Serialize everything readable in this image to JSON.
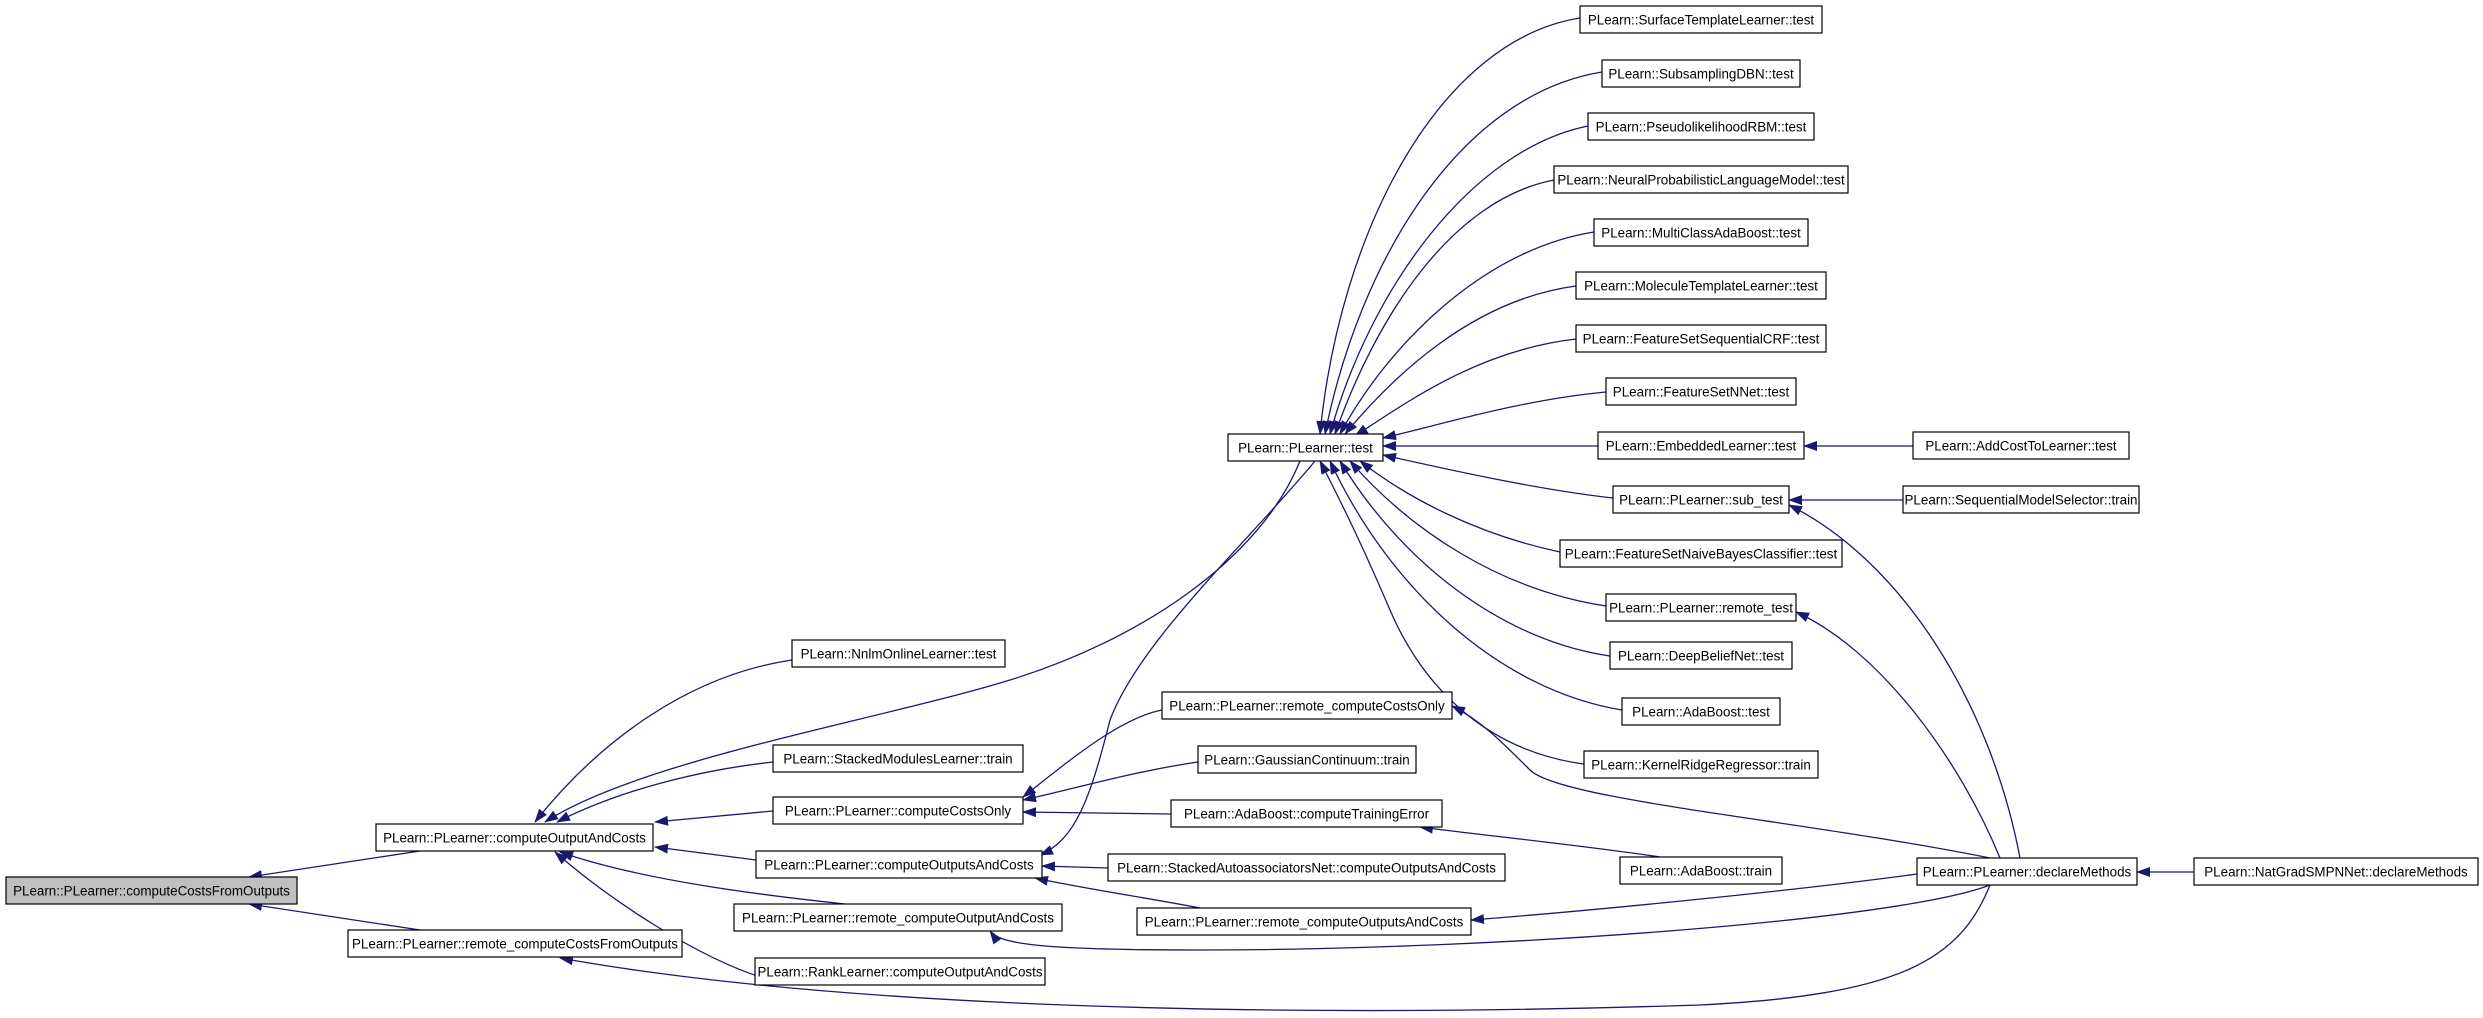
{
  "graph": {
    "nodes": [
      {
        "id": "computeCostsFromOutputs",
        "label": "PLearn::PLearner::computeCostsFromOutputs",
        "highlighted": true
      },
      {
        "id": "computeOutputAndCosts",
        "label": "PLearn::PLearner::computeOutputAndCosts"
      },
      {
        "id": "remote_computeCostsFromOutputs",
        "label": "PLearn::PLearner::remote_computeCostsFromOutputs"
      },
      {
        "id": "NnlmOnlineLearner_test",
        "label": "PLearn::NnlmOnlineLearner::test"
      },
      {
        "id": "StackedModulesLearner_train",
        "label": "PLearn::StackedModulesLearner::train"
      },
      {
        "id": "computeCostsOnly",
        "label": "PLearn::PLearner::computeCostsOnly"
      },
      {
        "id": "computeOutputsAndCosts",
        "label": "PLearn::PLearner::computeOutputsAndCosts"
      },
      {
        "id": "remote_computeOutputAndCosts",
        "label": "PLearn::PLearner::remote_computeOutputAndCosts"
      },
      {
        "id": "RankLearner_computeOutputAndCosts",
        "label": "PLearn::RankLearner::computeOutputAndCosts"
      },
      {
        "id": "PLearner_test",
        "label": "PLearn::PLearner::test"
      },
      {
        "id": "remote_computeCostsOnly",
        "label": "PLearn::PLearner::remote_computeCostsOnly"
      },
      {
        "id": "GaussianContinuum_train",
        "label": "PLearn::GaussianContinuum::train"
      },
      {
        "id": "AdaBoost_computeTrainingError",
        "label": "PLearn::AdaBoost::computeTrainingError"
      },
      {
        "id": "StackedAutoassociatorsNet_computeOutputsAndCosts",
        "label": "PLearn::StackedAutoassociatorsNet::computeOutputsAndCosts"
      },
      {
        "id": "remote_computeOutputsAndCosts",
        "label": "PLearn::PLearner::remote_computeOutputsAndCosts"
      },
      {
        "id": "SurfaceTemplateLearner_test",
        "label": "PLearn::SurfaceTemplateLearner::test"
      },
      {
        "id": "SubsamplingDBN_test",
        "label": "PLearn::SubsamplingDBN::test"
      },
      {
        "id": "PseudolikelihoodRBM_test",
        "label": "PLearn::PseudolikelihoodRBM::test"
      },
      {
        "id": "NeuralProbabilisticLanguageModel_test",
        "label": "PLearn::NeuralProbabilisticLanguageModel::test"
      },
      {
        "id": "MultiClassAdaBoost_test",
        "label": "PLearn::MultiClassAdaBoost::test"
      },
      {
        "id": "MoleculeTemplateLearner_test",
        "label": "PLearn::MoleculeTemplateLearner::test"
      },
      {
        "id": "FeatureSetSequentialCRF_test",
        "label": "PLearn::FeatureSetSequentialCRF::test"
      },
      {
        "id": "FeatureSetNNet_test",
        "label": "PLearn::FeatureSetNNet::test"
      },
      {
        "id": "EmbeddedLearner_test",
        "label": "PLearn::EmbeddedLearner::test"
      },
      {
        "id": "sub_test",
        "label": "PLearn::PLearner::sub_test"
      },
      {
        "id": "FeatureSetNaiveBayesClassifier_test",
        "label": "PLearn::FeatureSetNaiveBayesClassifier::test"
      },
      {
        "id": "remote_test",
        "label": "PLearn::PLearner::remote_test"
      },
      {
        "id": "DeepBeliefNet_test",
        "label": "PLearn::DeepBeliefNet::test"
      },
      {
        "id": "AdaBoost_test",
        "label": "PLearn::AdaBoost::test"
      },
      {
        "id": "KernelRidgeRegressor_train",
        "label": "PLearn::KernelRidgeRegressor::train"
      },
      {
        "id": "AdaBoost_train",
        "label": "PLearn::AdaBoost::train"
      },
      {
        "id": "AddCostToLearner_test",
        "label": "PLearn::AddCostToLearner::test"
      },
      {
        "id": "SequentialModelSelector_train",
        "label": "PLearn::SequentialModelSelector::train"
      },
      {
        "id": "declareMethods",
        "label": "PLearn::PLearner::declareMethods"
      },
      {
        "id": "NatGradSMPNNet_declareMethods",
        "label": "PLearn::NatGradSMPNNet::declareMethods"
      }
    ],
    "edges": [
      {
        "from": "computeOutputAndCosts",
        "to": "computeCostsFromOutputs"
      },
      {
        "from": "remote_computeCostsFromOutputs",
        "to": "computeCostsFromOutputs"
      },
      {
        "from": "NnlmOnlineLearner_test",
        "to": "computeOutputAndCosts"
      },
      {
        "from": "PLearner_test",
        "to": "computeOutputAndCosts"
      },
      {
        "from": "StackedModulesLearner_train",
        "to": "computeOutputAndCosts"
      },
      {
        "from": "computeCostsOnly",
        "to": "computeOutputAndCosts"
      },
      {
        "from": "computeOutputsAndCosts",
        "to": "computeOutputAndCosts"
      },
      {
        "from": "remote_computeOutputAndCosts",
        "to": "computeOutputAndCosts"
      },
      {
        "from": "RankLearner_computeOutputAndCosts",
        "to": "computeOutputAndCosts"
      },
      {
        "from": "declareMethods",
        "to": "remote_computeCostsFromOutputs"
      },
      {
        "from": "remote_computeCostsOnly",
        "to": "computeCostsOnly"
      },
      {
        "from": "GaussianContinuum_train",
        "to": "computeCostsOnly"
      },
      {
        "from": "AdaBoost_computeTrainingError",
        "to": "computeCostsOnly"
      },
      {
        "from": "PLearner_test",
        "to": "computeOutputsAndCosts"
      },
      {
        "from": "StackedAutoassociatorsNet_computeOutputsAndCosts",
        "to": "computeOutputsAndCosts"
      },
      {
        "from": "remote_computeOutputsAndCosts",
        "to": "computeOutputsAndCosts"
      },
      {
        "from": "declareMethods",
        "to": "remote_computeOutputAndCosts"
      },
      {
        "from": "SurfaceTemplateLearner_test",
        "to": "PLearner_test"
      },
      {
        "from": "SubsamplingDBN_test",
        "to": "PLearner_test"
      },
      {
        "from": "PseudolikelihoodRBM_test",
        "to": "PLearner_test"
      },
      {
        "from": "NeuralProbabilisticLanguageModel_test",
        "to": "PLearner_test"
      },
      {
        "from": "MultiClassAdaBoost_test",
        "to": "PLearner_test"
      },
      {
        "from": "MoleculeTemplateLearner_test",
        "to": "PLearner_test"
      },
      {
        "from": "FeatureSetSequentialCRF_test",
        "to": "PLearner_test"
      },
      {
        "from": "FeatureSetNNet_test",
        "to": "PLearner_test"
      },
      {
        "from": "EmbeddedLearner_test",
        "to": "PLearner_test"
      },
      {
        "from": "sub_test",
        "to": "PLearner_test"
      },
      {
        "from": "FeatureSetNaiveBayesClassifier_test",
        "to": "PLearner_test"
      },
      {
        "from": "remote_test",
        "to": "PLearner_test"
      },
      {
        "from": "DeepBeliefNet_test",
        "to": "PLearner_test"
      },
      {
        "from": "AdaBoost_test",
        "to": "PLearner_test"
      },
      {
        "from": "KernelRidgeRegressor_train",
        "to": "PLearner_test"
      },
      {
        "from": "declareMethods",
        "to": "remote_computeCostsOnly"
      },
      {
        "from": "AdaBoost_train",
        "to": "AdaBoost_computeTrainingError"
      },
      {
        "from": "declareMethods",
        "to": "remote_computeOutputsAndCosts"
      },
      {
        "from": "AddCostToLearner_test",
        "to": "EmbeddedLearner_test"
      },
      {
        "from": "SequentialModelSelector_train",
        "to": "sub_test"
      },
      {
        "from": "declareMethods",
        "to": "sub_test"
      },
      {
        "from": "declareMethods",
        "to": "remote_test"
      },
      {
        "from": "NatGradSMPNNet_declareMethods",
        "to": "declareMethods"
      }
    ],
    "colors": {
      "edge": "#191970",
      "node_border": "#000000",
      "node_fill": "#ffffff",
      "highlight_fill": "#bfbfbf",
      "text": "#000000"
    }
  }
}
